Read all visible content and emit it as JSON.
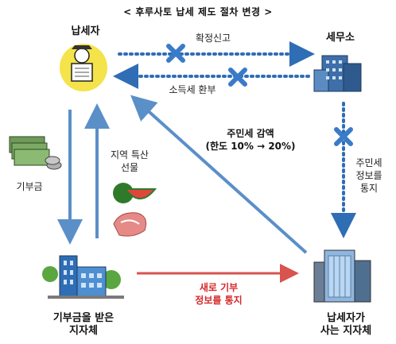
{
  "title": "< 후루사토 납세 제도 절차 변경 >",
  "nodes": {
    "taxpayer": "납세자",
    "tax_office": "세무소",
    "donation": "기부금",
    "gift": "지역 특산\n선물",
    "recipient_gov": "기부금을 받은\n지자체",
    "residence_gov": "납세자가\n사는 지자체"
  },
  "arrows": {
    "report": "확정신고",
    "refund": "소득세 환부",
    "resident_tax_cut": "주민세 감액\n(한도 10% → 20%)",
    "resident_tax_info": "주민세\n정보를\n통지",
    "new_donation_notice": "새로 기부\n정보를 통지"
  },
  "colors": {
    "blue_arrow": "#5b8fc8",
    "dotted_arrow": "#2f6db5",
    "red_arrow": "#d9534f",
    "cross": "#3a7bc8"
  }
}
